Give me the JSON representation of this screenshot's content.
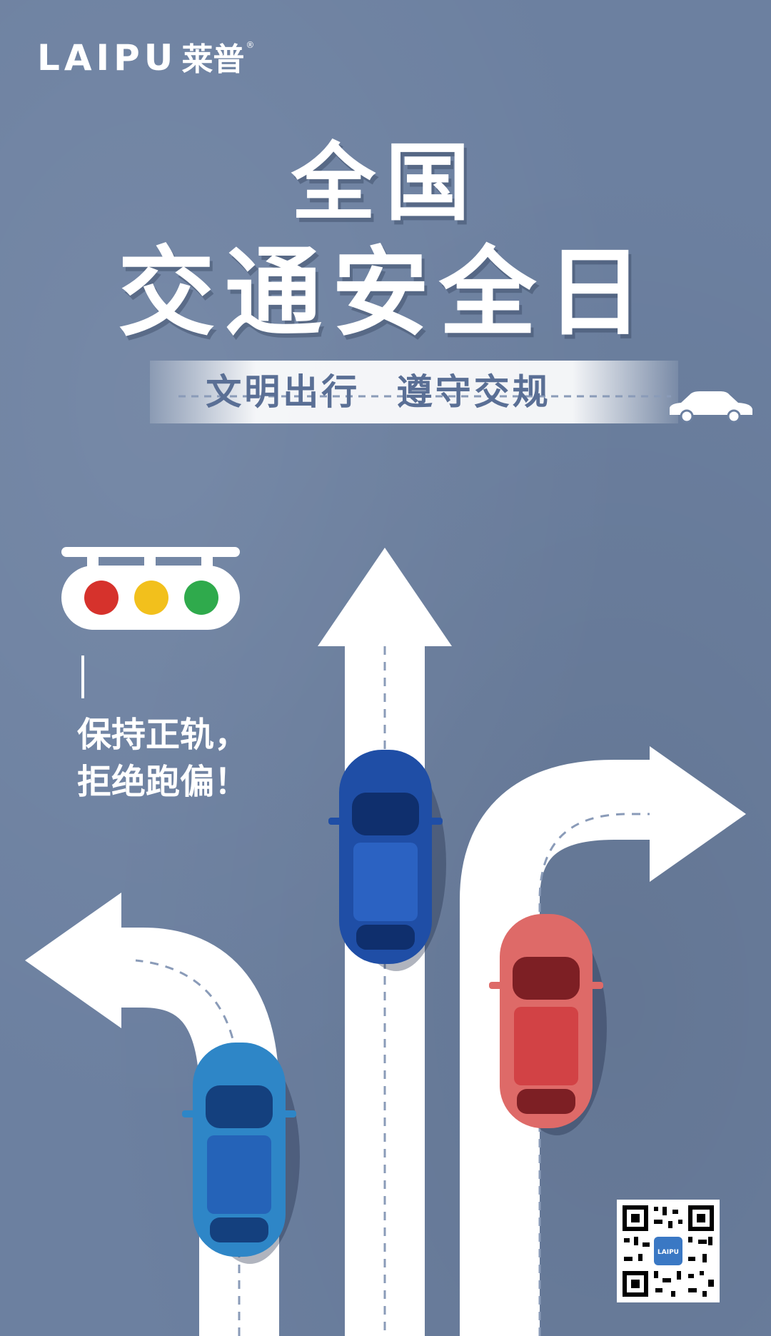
{
  "brand": {
    "latin": "LAIPU",
    "cn": "莱普",
    "reg": "®"
  },
  "title": {
    "line1": "全国",
    "line2": "交通安全日"
  },
  "slogan": "文明出行 遵守交规",
  "tagline": {
    "line1": "保持正轨，",
    "line2": "拒绝跑偏！"
  },
  "qr_caption": "LAIPU",
  "colors": {
    "background": "#6c80a0",
    "road": "#ffffff",
    "light_red": "#d6322c",
    "light_yellow": "#f2c01c",
    "light_green": "#2faa4c",
    "car_blue_dark": "#1f4ea6",
    "car_blue_light": "#2e86c7",
    "car_red": "#de6a68"
  },
  "icons": [
    "car-silhouette-icon",
    "traffic-light-icon",
    "qr-code-icon"
  ]
}
